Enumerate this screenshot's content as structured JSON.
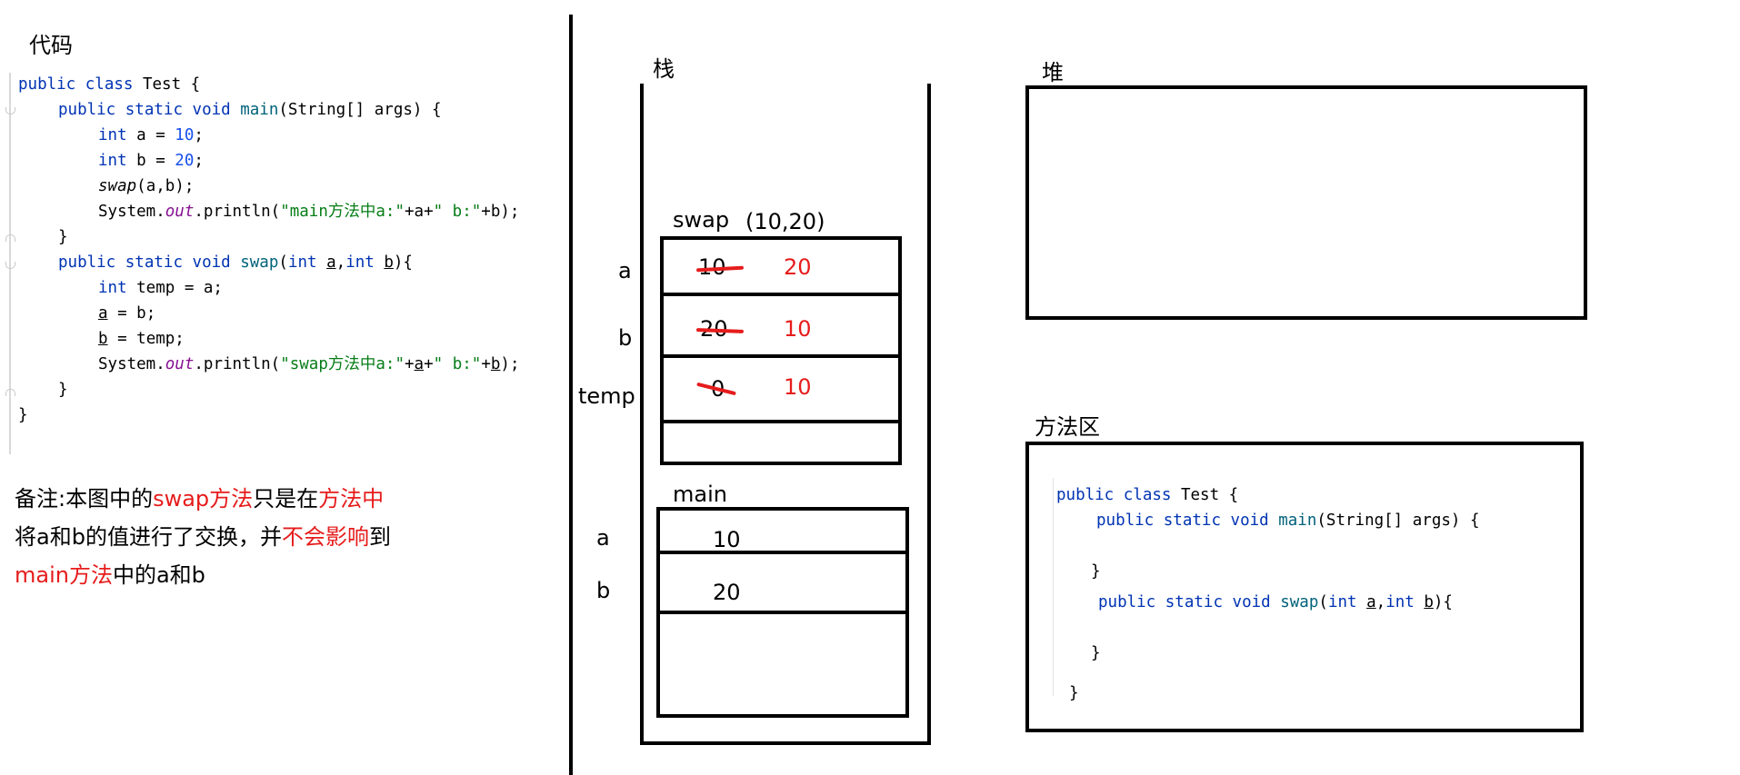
{
  "code_panel": {
    "title": "代码",
    "lines": {
      "l1_a": "public",
      "l1_b": " ",
      "l1_c": "class",
      "l1_d": " Test {",
      "l2_a": "public",
      "l2_b": "static",
      "l2_c": "void",
      "l2_d": "main",
      "l2_e": "(String[] args) {",
      "l3_a": "int",
      "l3_b": " a = ",
      "l3_c": "10",
      "l3_d": ";",
      "l4_a": "int",
      "l4_b": " b = ",
      "l4_c": "20",
      "l4_d": ";",
      "l5_a": "swap",
      "l5_b": "(a,b);",
      "l6_a": "System.",
      "l6_b": "out",
      "l6_c": ".println(",
      "l6_d": "\"main方法中a:\"",
      "l6_e": "+a+",
      "l6_f": "\" b:\"",
      "l6_g": "+b);",
      "l7_a": "}",
      "l8_a": "public",
      "l8_b": "static",
      "l8_c": "void",
      "l8_d": "swap",
      "l8_e": "(",
      "l8_f": "int",
      "l8_g": "a",
      "l8_h": ",",
      "l8_i": "int",
      "l8_j": "b",
      "l8_k": "){",
      "l9_a": "int",
      "l9_b": " temp = a;",
      "l10_a": "a",
      "l10_b": " = b;",
      "l11_a": "b",
      "l11_b": " = temp;",
      "l12_a": "System.",
      "l12_b": "out",
      "l12_c": ".println(",
      "l12_d": "\"swap方法中a:\"",
      "l12_e": "+",
      "l12_f": "a",
      "l12_g": "+",
      "l12_h": "\" b:\"",
      "l12_i": "+",
      "l12_j": "b",
      "l12_k": ");",
      "l13_a": "}",
      "l14_a": "}"
    }
  },
  "note": {
    "p1": "备注:本图中的",
    "p2": "swap方法",
    "p3": "只是在",
    "p4": "方法中",
    "p5": "将a和b的值进行了交换，并",
    "p6": "不会影响",
    "p7": "到",
    "p8": "main方法",
    "p9": "中的a和b"
  },
  "stack": {
    "title": "栈",
    "swap_frame": {
      "name": "swap",
      "args": "(10,20)",
      "rows": [
        {
          "var": "a",
          "old": "10",
          "new": "20"
        },
        {
          "var": "b",
          "old": "20",
          "new": "10"
        },
        {
          "var": "temp",
          "old": "0",
          "new": "10"
        }
      ]
    },
    "main_frame": {
      "name": "main",
      "rows": [
        {
          "var": "a",
          "value": "10"
        },
        {
          "var": "b",
          "value": "20"
        }
      ]
    }
  },
  "heap": {
    "title": "堆"
  },
  "method_area": {
    "title": "方法区",
    "lines": {
      "m1_a": "public",
      "m1_b": "class",
      "m1_c": " Test {",
      "m2_a": "public",
      "m2_b": "static",
      "m2_c": "void",
      "m2_d": "main",
      "m2_e": "(String[] args) {",
      "m3_a": "}",
      "m4_a": "public",
      "m4_b": "static",
      "m4_c": "void",
      "m4_d": "swap",
      "m4_e": "(",
      "m4_f": "int",
      "m4_g": "a",
      "m4_h": ",",
      "m4_i": "int",
      "m4_j": "b",
      "m4_k": "){",
      "m5_a": "}",
      "m6_a": "}"
    }
  },
  "colors": {
    "keyword": "#0033b3",
    "number": "#1750eb",
    "string": "#067d17",
    "field": "#871094",
    "highlight_red": "#e61c1c",
    "line": "#000000"
  }
}
